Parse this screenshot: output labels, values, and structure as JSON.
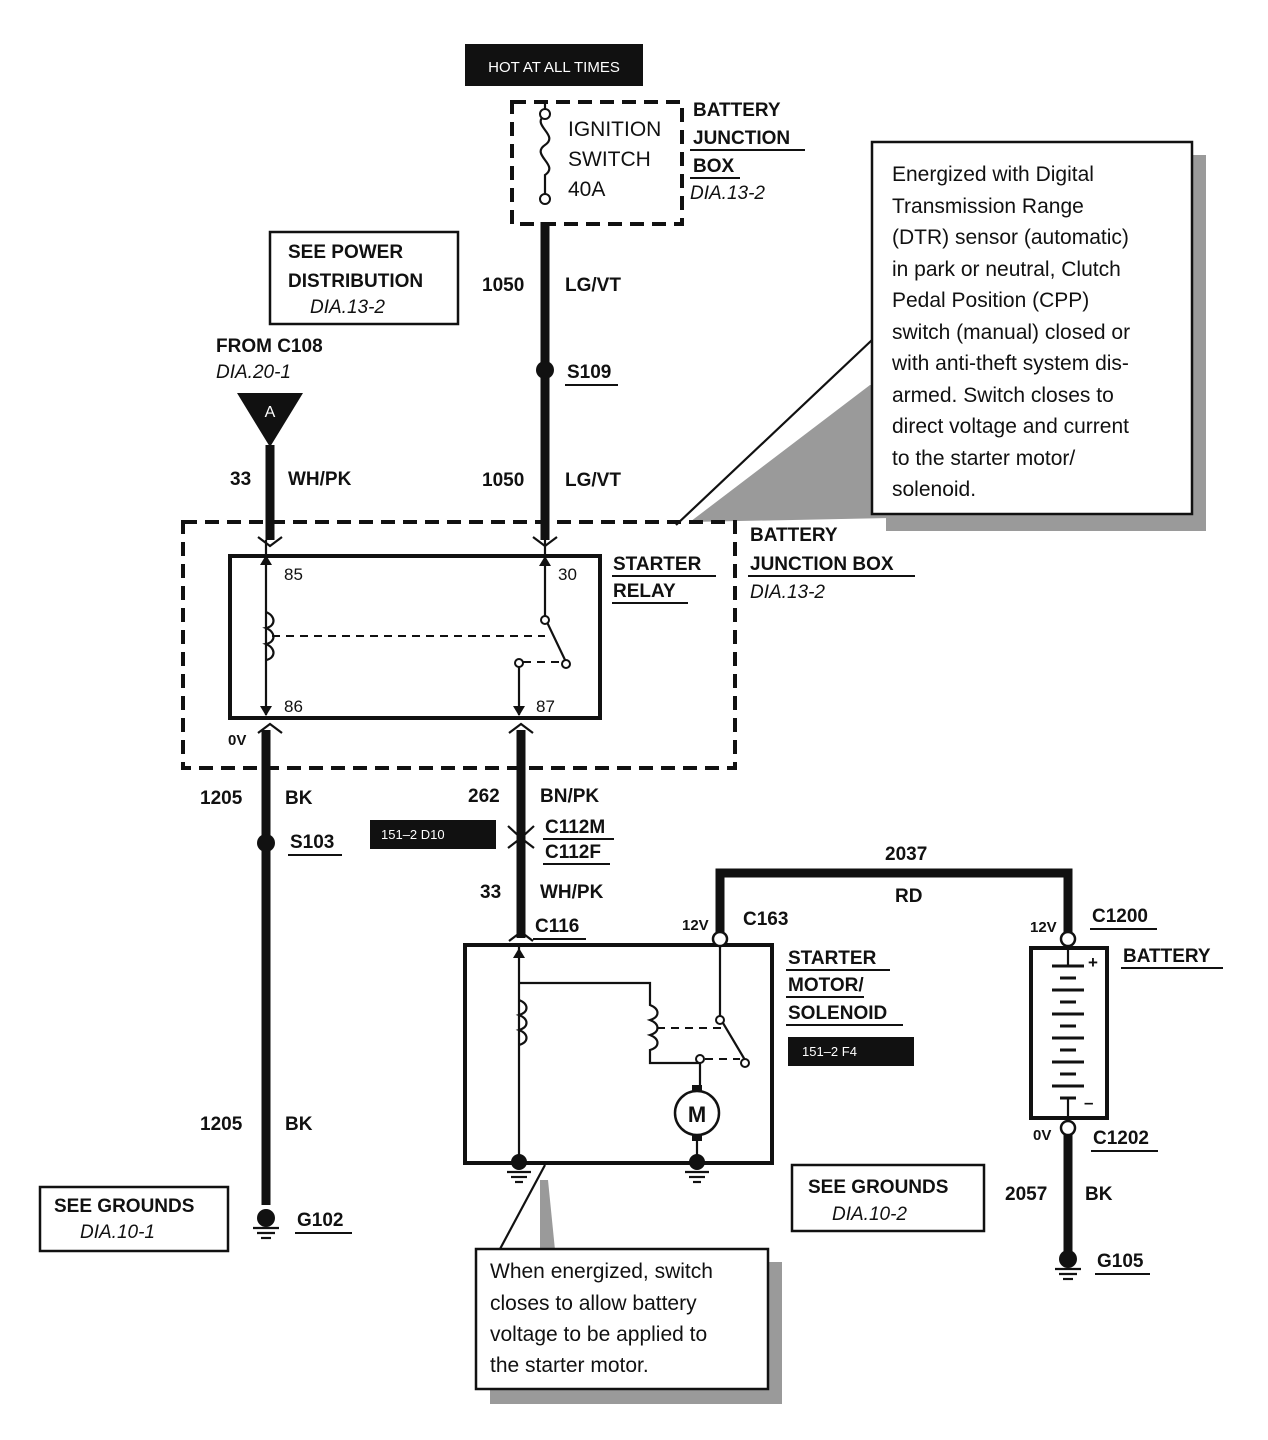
{
  "hot_label": "HOT AT ALL TIMES",
  "fuse": {
    "line1": "IGNITION",
    "line2": "SWITCH",
    "line3": "40A"
  },
  "bjb_top": {
    "line1": "BATTERY",
    "line2": "JUNCTION",
    "line3": "BOX",
    "ref": "DIA.13-2"
  },
  "power_dist": {
    "line1": "SEE POWER",
    "line2": "DISTRIBUTION",
    "ref": "DIA.13-2"
  },
  "from_c108": {
    "label": "FROM C108",
    "ref": "DIA.20-1",
    "connector": "A"
  },
  "wires": {
    "w1050_top": {
      "circuit": "1050",
      "color": "LG/VT"
    },
    "w1050_bottom": {
      "circuit": "1050",
      "color": "LG/VT"
    },
    "w33_top": {
      "circuit": "33",
      "color": "WH/PK"
    },
    "w1205_top": {
      "circuit": "1205",
      "color": "BK"
    },
    "w1205_bottom": {
      "circuit": "1205",
      "color": "BK"
    },
    "w262": {
      "circuit": "262",
      "color": "BN/PK"
    },
    "w33_bottom": {
      "circuit": "33",
      "color": "WH/PK"
    },
    "w2037": {
      "circuit": "2037",
      "color": "RD"
    },
    "w2057": {
      "circuit": "2057",
      "color": "BK"
    }
  },
  "splices": {
    "s109": "S109",
    "s103": "S103"
  },
  "relay": {
    "line1": "STARTER",
    "line2": "RELAY",
    "pin85": "85",
    "pin30": "30",
    "pin86": "86",
    "pin87": "87"
  },
  "bjb_mid": {
    "line1": "BATTERY",
    "line2": "JUNCTION BOX",
    "ref": "DIA.13-2"
  },
  "voltages": {
    "relay_0v": "0V",
    "c163_12v": "12V",
    "c1200_12v": "12V",
    "c1202_0v": "0V"
  },
  "connectors": {
    "c112m": "C112M",
    "c112f": "C112F",
    "c116": "C116",
    "c163": "C163",
    "c1200": "C1200",
    "c1202": "C1202"
  },
  "locator1": "151–2 D10",
  "locator2": "151–2 F4",
  "starter": {
    "line1": "STARTER",
    "line2": "MOTOR/",
    "line3": "SOLENOID",
    "motor": "M"
  },
  "battery_label": "BATTERY",
  "battery_plus": "+",
  "battery_minus": "–",
  "grounds": {
    "g102": "G102",
    "g105": "G105"
  },
  "see_grounds_1": {
    "line1": "SEE GROUNDS",
    "ref": "DIA.10-1"
  },
  "see_grounds_2": {
    "line1": "SEE GROUNDS",
    "ref": "DIA.10-2"
  },
  "note_top": [
    "Energized with  Digital",
    "Transmission Range",
    "(DTR) sensor (automatic)",
    "in park or neutral, Clutch",
    "Pedal Position (CPP)",
    "switch (manual) closed or",
    "with anti-theft system dis-",
    "armed. Switch closes to",
    "direct voltage and current",
    "to the starter motor/",
    "solenoid."
  ],
  "note_bottom": [
    "When energized, switch",
    "closes to allow battery",
    "voltage to be applied to",
    "the starter motor."
  ]
}
